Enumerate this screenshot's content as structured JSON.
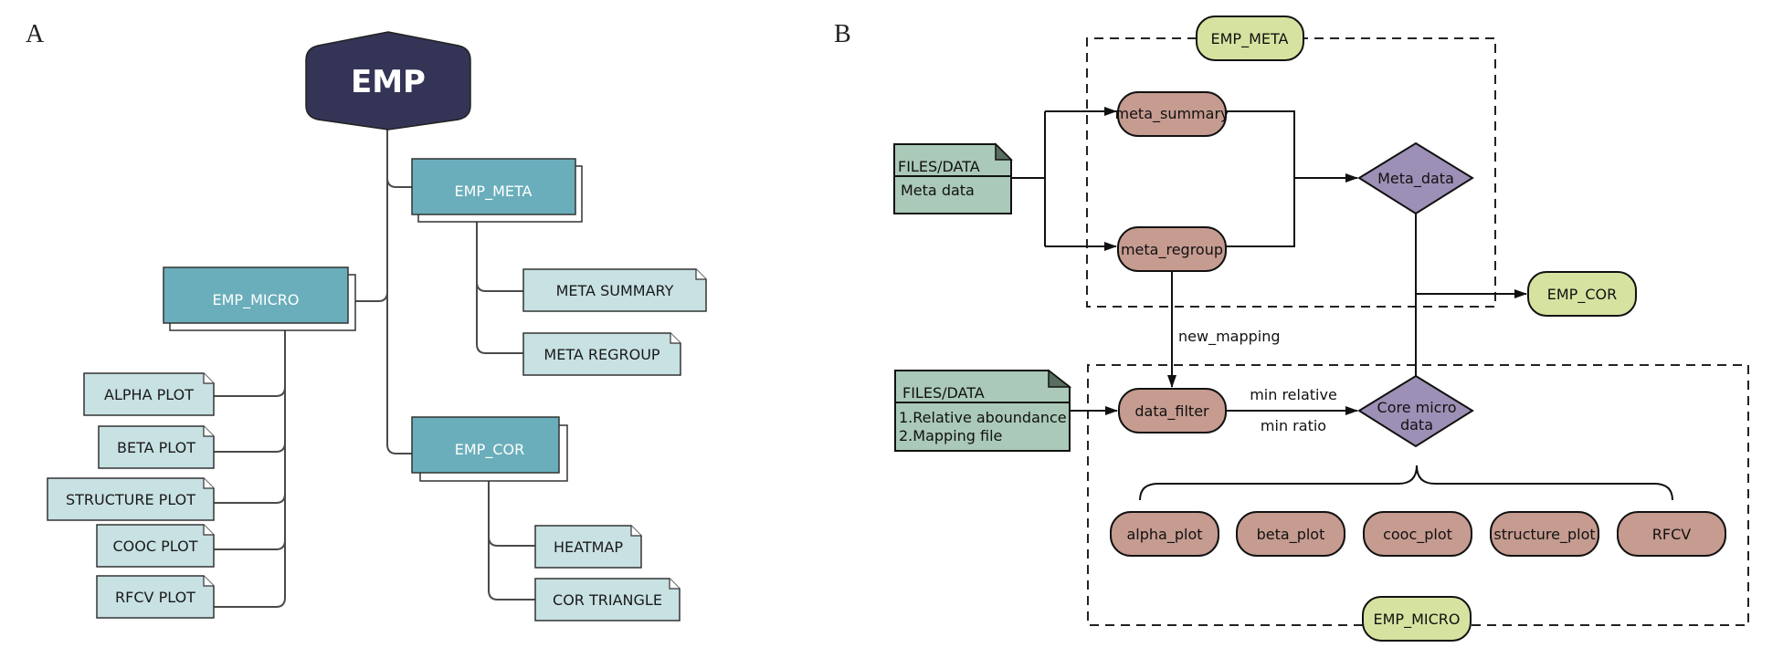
{
  "colors": {
    "root_fill": "#343457",
    "module_fill": "#6AAEBB",
    "leaf_fill": "#C8E1E3",
    "process_fill": "#C69B90",
    "decision_fill": "#9D90B6",
    "module_pill_fill": "#D6E3A0",
    "files_fill": "#AAC9B8",
    "files_fold": "#5A6E60"
  },
  "panel_a": {
    "label": "A",
    "root": "EMP",
    "modules": {
      "meta": {
        "label": "EMP_META",
        "children": [
          "META SUMMARY",
          "META REGROUP"
        ]
      },
      "micro": {
        "label": "EMP_MICRO",
        "children": [
          "ALPHA PLOT",
          "BETA PLOT",
          "STRUCTURE PLOT",
          "COOC PLOT",
          "RFCV PLOT"
        ]
      },
      "cor": {
        "label": "EMP_COR",
        "children": [
          "HEATMAP",
          "COR TRIANGLE"
        ]
      }
    }
  },
  "panel_b": {
    "label": "B",
    "group_meta": "EMP_META",
    "group_micro": "EMP_MICRO",
    "emp_cor": "EMP_COR",
    "files_meta": {
      "title": "FILES/DATA",
      "lines": [
        "Meta data"
      ]
    },
    "files_micro": {
      "title": "FILES/DATA",
      "lines": [
        "1.Relative aboundance",
        "2.Mapping file"
      ]
    },
    "meta_summary": "meta_summary",
    "meta_regroup": "meta_regroup",
    "meta_data": "Meta_data",
    "new_mapping": "new_mapping",
    "data_filter": "data_filter",
    "edge_top": "min relative",
    "edge_bottom": "min ratio",
    "core_micro": [
      "Core micro",
      "data"
    ],
    "outputs": [
      "alpha_plot",
      "beta_plot",
      "cooc_plot",
      "structure_plot",
      "RFCV"
    ]
  }
}
